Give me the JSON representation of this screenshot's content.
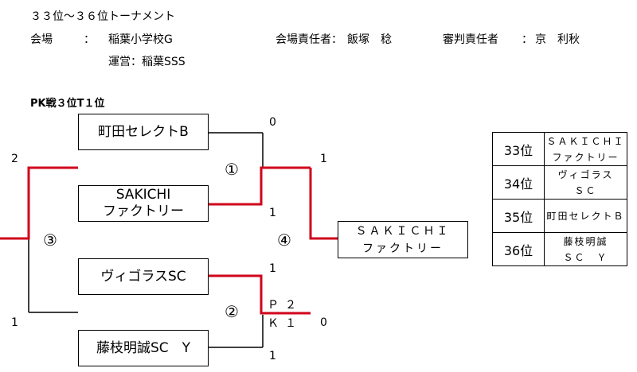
{
  "header": {
    "title": "３３位～３６位トーナメント",
    "venue_label": "会場",
    "venue_colon": "：",
    "venue_value": "稲葉小学校G",
    "manager_label": "会場責任者：",
    "manager_value": "飯塚　稔",
    "referee_label": "審判責任者",
    "referee_colon": "：",
    "referee_value": "京　利秋",
    "operation": "運営：稲葉SSS"
  },
  "note": "PK戦３位T１位",
  "teams": {
    "machida": "町田セレクトB",
    "sakichi_line1": "SAKICHI",
    "sakichi_line2": "ファクトリー",
    "vigoras": "ヴィゴラスSC",
    "fujieda": "藤枝明誠SC　Y"
  },
  "winner": {
    "line1": "ＳＡＫＩＣＨＩ",
    "line2": "ファクトリー"
  },
  "match_numbers": {
    "m1": "①",
    "m2": "②",
    "m3": "③",
    "m4": "④"
  },
  "scores": {
    "m1_top": "0",
    "m1_bottom": "1",
    "m2_top": "1",
    "m2_bottom": "1",
    "m2_pk_p": "Ｐ",
    "m2_pk_k": "Ｋ",
    "m2_pk_top": "２",
    "m2_pk_bottom": "１",
    "m3_top": "2",
    "m3_bottom": "1",
    "m4_top": "1",
    "m4_bottom": "0"
  },
  "ranking": [
    {
      "place": "33位",
      "line1": "ＳＡＫＩＣＨＩ",
      "line2": "ファクトリー"
    },
    {
      "place": "34位",
      "line1": "ヴィゴラス",
      "line2": "ＳＣ"
    },
    {
      "place": "35位",
      "line1": "町田セレクトＢ",
      "line2": ""
    },
    {
      "place": "36位",
      "line1": "藤枝明誠",
      "line2": "ＳＣ　Ｙ"
    }
  ],
  "colors": {
    "winner_line": "#d0021b",
    "line": "#000000"
  }
}
